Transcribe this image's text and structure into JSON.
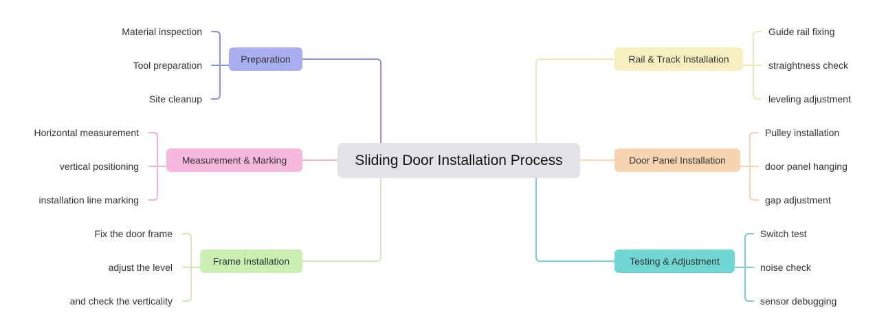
{
  "center": {
    "label": "Sliding Door Installation Process",
    "color": "#e3e2e6"
  },
  "branches": [
    {
      "id": "preparation",
      "label": "Preparation",
      "fill": "#a9aef3",
      "line": "#8b91da",
      "children": [
        "Material inspection",
        "Tool preparation",
        "Site cleanup"
      ]
    },
    {
      "id": "measurement",
      "label": "Measurement & Marking",
      "fill": "#f6b8dc",
      "line": "#f0b5cf",
      "children": [
        "Horizontal measurement",
        "vertical positioning",
        "installation line marking"
      ]
    },
    {
      "id": "frame",
      "label": "Frame Installation",
      "fill": "#c9efb3",
      "line": "#cde9b8",
      "children": [
        "Fix the door frame",
        "adjust the level",
        "and check the verticality"
      ]
    },
    {
      "id": "rail",
      "label": "Rail & Track Installation",
      "fill": "#f7efbf",
      "line": "#f1e8b6",
      "children": [
        "Guide rail fixing",
        "straightness check",
        "leveling adjustment"
      ]
    },
    {
      "id": "panel",
      "label": "Door Panel Installation",
      "fill": "#f8d4b3",
      "line": "#f4d2b3",
      "children": [
        "Pulley installation",
        "door panel hanging",
        "gap adjustment"
      ]
    },
    {
      "id": "testing",
      "label": "Testing & Adjustment",
      "fill": "#6fd6d2",
      "line": "#79ccc9",
      "children": [
        "Switch test",
        "noise check",
        "sensor debugging"
      ]
    }
  ]
}
